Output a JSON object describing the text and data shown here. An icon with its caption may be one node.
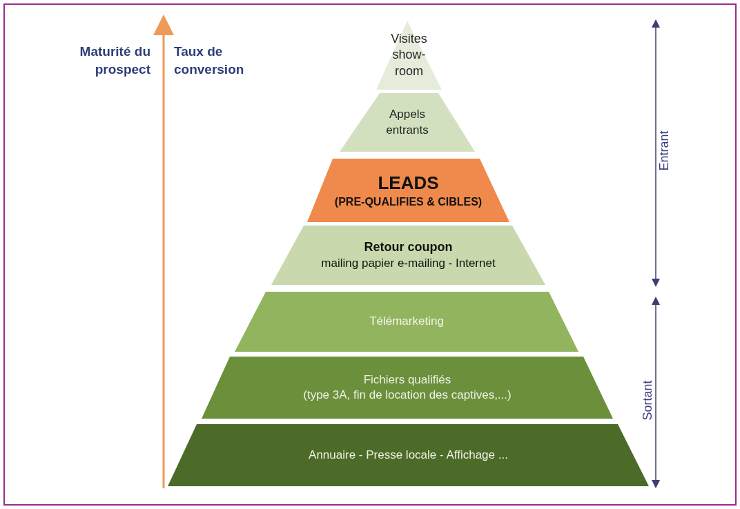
{
  "diagram": {
    "nodes": [
      {
        "text": [
          "Visites show-room"
        ]
      },
      {
        "text": [
          "Appels entrants"
        ]
      },
      {
        "text": [
          "LEADS",
          "(PRE-QUALIFIES & CIBLES)"
        ]
      },
      {
        "text": [
          "Retour coupon",
          "mailing papier e-mailing - Internet"
        ]
      },
      {
        "text": [
          "Télémarketing"
        ]
      },
      {
        "text": [
          "Fichiers qualifiés",
          "(type 3A, fin de location des captives,...)"
        ]
      },
      {
        "text": [
          "Annuaire - Presse locale - Affichage ..."
        ]
      }
    ],
    "labels": [
      "Maturité du prospect",
      "Taux de conversion",
      "Entrant",
      "Sortant"
    ]
  }
}
